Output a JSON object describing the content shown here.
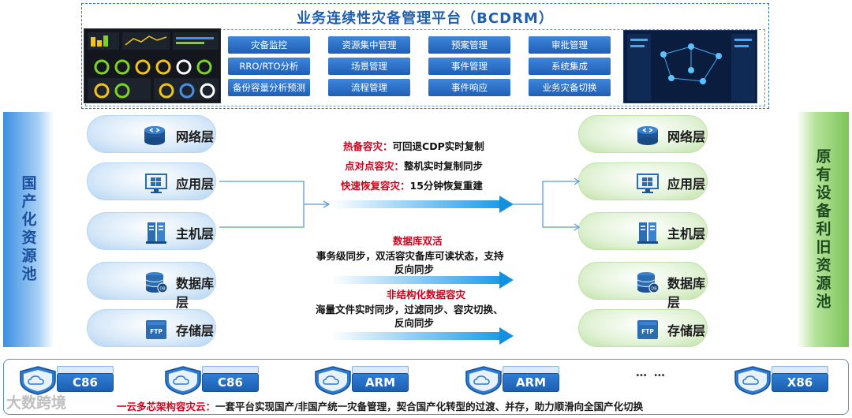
{
  "platform": {
    "title": "业务连续性灾备管理平台（BCDRM）",
    "functions": [
      [
        "灾备监控",
        "资源集中管理",
        "预案管理",
        "审批管理"
      ],
      [
        "RRO/RTO分析",
        "场景管理",
        "事件管理",
        "系统集成"
      ],
      [
        "备份容量分析预测",
        "流程管理",
        "事件响应",
        "业务灾备切换"
      ]
    ]
  },
  "left_side": {
    "label": "国产化资源池"
  },
  "right_side": {
    "label": "原有设备利旧资源池"
  },
  "layers": [
    {
      "label": "网络层",
      "icon": "network-switch-icon"
    },
    {
      "label": "应用层",
      "icon": "windows-monitor-icon"
    },
    {
      "label": "主机层",
      "icon": "server-host-icon"
    },
    {
      "label": "数据库层",
      "icon": "database-icon"
    },
    {
      "label": "存储层",
      "icon": "ftp-storage-icon"
    }
  ],
  "center": {
    "line1": {
      "key": "热备容灾：",
      "value": "可回退CDP实时复制"
    },
    "line2": {
      "key": "点对点容灾：",
      "value": "整机实时复制同步"
    },
    "line3": {
      "key": "快速恢复容灾：",
      "value": "15分钟恢复重建"
    },
    "db_title": "数据库双活",
    "db_desc_1": "事务级同步，双活容灾备库可读状态，支持",
    "db_desc_2": "反向同步",
    "unstructured_title": "非结构化数据容灾",
    "unstructured_desc_1": "海量文件实时同步，过滤同步、容灾切换、",
    "unstructured_desc_2": "反向同步"
  },
  "cloud": {
    "chips": [
      "C86",
      "C86",
      "ARM",
      "ARM",
      "X86"
    ],
    "ellipsis": "… …",
    "caption_key": "一云多芯架构容灾云：",
    "caption_value": "一套平台实现国产/非国产统一灾备管理，契合国产化转型的过渡、并存，助力顺滑向全国产化切换"
  },
  "watermark": "大数跨境",
  "colors": {
    "primary_blue": "#1f5fae",
    "accent_red": "#d0021b",
    "arrow_blue": "#1f9be8",
    "green": "#7cc45a"
  }
}
